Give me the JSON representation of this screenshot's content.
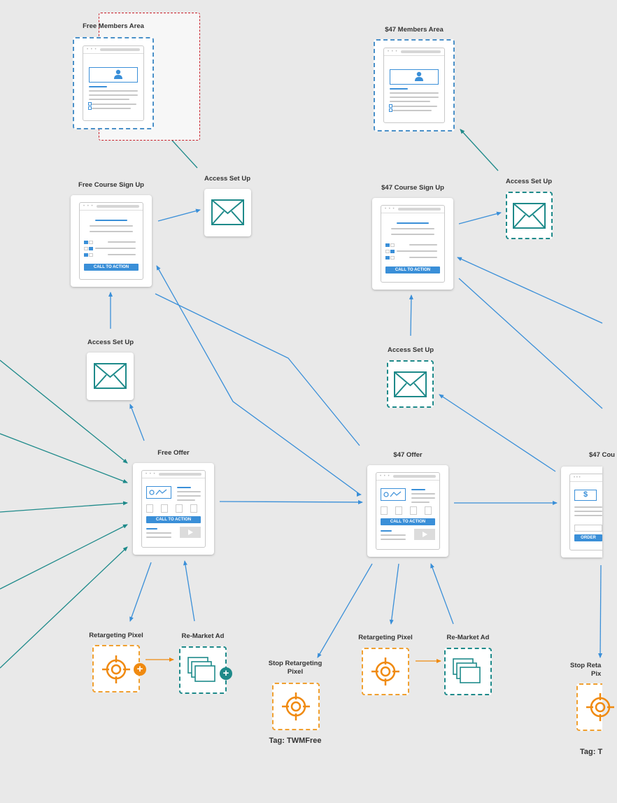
{
  "colors": {
    "background": "#e9e9e9",
    "connector_blue": "#3a8fd8",
    "connector_teal": "#1e8a8a",
    "email_teal": "#1e8a8a",
    "pixel_orange": "#f08a10",
    "group_red": "#c8202a"
  },
  "labels": {
    "free_members_area": "Free Members Area",
    "paid_members_area": "$47 Members Area",
    "free_access_top": "Access Set Up",
    "paid_access_top": "Access Set Up",
    "free_course_signup": "Free Course Sign Up",
    "paid_course_signup": "$47 Course Sign Up",
    "free_access_mid": "Access Set Up",
    "paid_access_mid": "Access Set Up",
    "free_offer": "Free Offer",
    "paid_offer": "$47 Offer",
    "paid_course_partial": "$47 Cou",
    "free_retargeting": "Retargeting Pixel",
    "free_remarket": "Re-Market Ad",
    "stop_retargeting_1": "Stop Retargeting",
    "stop_retargeting_2": "Pixel",
    "paid_retargeting": "Retargeting Pixel",
    "paid_remarket": "Re-Market Ad",
    "stop_retargeting_partial_1": "Stop Reta",
    "stop_retargeting_partial_2": "Pix",
    "tag_free": "Tag: TWMFree",
    "tag_partial": "Tag: T"
  },
  "buttons": {
    "call_to_action": "CALL TO ACTION",
    "order_partial": "ORDER"
  },
  "icons": {
    "members_page": "user-page-icon",
    "email": "envelope-icon",
    "pixel": "target-icon",
    "ad": "stacked-windows-icon",
    "add": "plus-badge-icon",
    "dollar": "dollar-icon",
    "video": "play-icon"
  },
  "symbols": {
    "plus": "+",
    "dollar": "$"
  }
}
